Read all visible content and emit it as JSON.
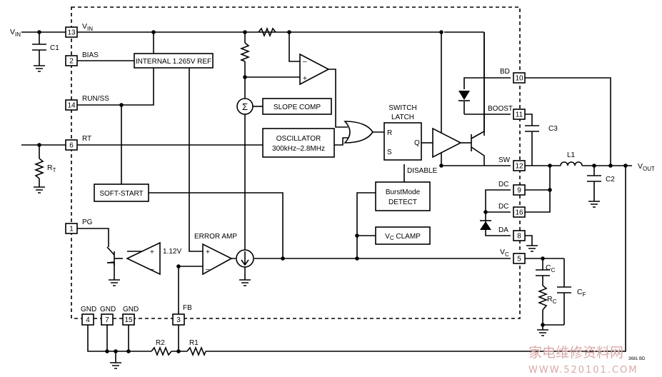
{
  "pins": {
    "vin": {
      "num": "13",
      "name": "V",
      "sub": "IN"
    },
    "bias": {
      "num": "2",
      "name": "BIAS"
    },
    "run_ss": {
      "num": "14",
      "name": "RUN/SS"
    },
    "rt": {
      "num": "6",
      "name": "RT"
    },
    "pg": {
      "num": "1",
      "name": "PG"
    },
    "gnd4": {
      "num": "4",
      "name": "GND"
    },
    "gnd7": {
      "num": "7",
      "name": "GND"
    },
    "gnd15": {
      "num": "15",
      "name": "GND"
    },
    "fb": {
      "num": "3",
      "name": "FB"
    },
    "bd": {
      "num": "10",
      "name": "BD"
    },
    "boost": {
      "num": "11",
      "name": "BOOST"
    },
    "sw": {
      "num": "12",
      "name": "SW"
    },
    "dc9": {
      "num": "9",
      "name": "DC"
    },
    "dc16": {
      "num": "16",
      "name": "DC"
    },
    "da": {
      "num": "8",
      "name": "DA"
    },
    "vc": {
      "num": "5",
      "name": "V",
      "sub": "C"
    }
  },
  "blocks": {
    "ref": "INTERNAL 1.265V REF",
    "slope": "SLOPE COMP",
    "osc_line1": "OSCILLATOR",
    "osc_line2": "300kHz–2.8MHz",
    "softstart": "SOFT-START",
    "burst_line1": "BurstMode",
    "burst_line2": "DETECT",
    "vclamp_main": "V",
    "vclamp_sub": "C",
    "vclamp_rest": " CLAMP",
    "latch_line1": "SWITCH",
    "latch_line2": "LATCH",
    "latch_r": "R",
    "latch_s": "S",
    "latch_q": "Q",
    "disable": "DISABLE",
    "error_amp": "ERROR AMP",
    "vref_112": "1.12V",
    "sigma": "Σ"
  },
  "external": {
    "vin": {
      "name": "V",
      "sub": "IN"
    },
    "c1": "C1",
    "rt": {
      "name": "R",
      "sub": "T"
    },
    "c3": "C3",
    "l1": "L1",
    "c2": "C2",
    "vout": {
      "name": "V",
      "sub": "OUT"
    },
    "cc": {
      "name": "C",
      "sub": "C"
    },
    "rc": {
      "name": "R",
      "sub": "C"
    },
    "cf": {
      "name": "C",
      "sub": "F"
    },
    "r1": "R1",
    "r2": "R2"
  },
  "amp_signs": {
    "plus": "+",
    "minus": "–"
  },
  "figure_id": "3681 BD",
  "watermark": {
    "chinese": "家电维修资料网",
    "url": "WWW.520101.COM"
  }
}
